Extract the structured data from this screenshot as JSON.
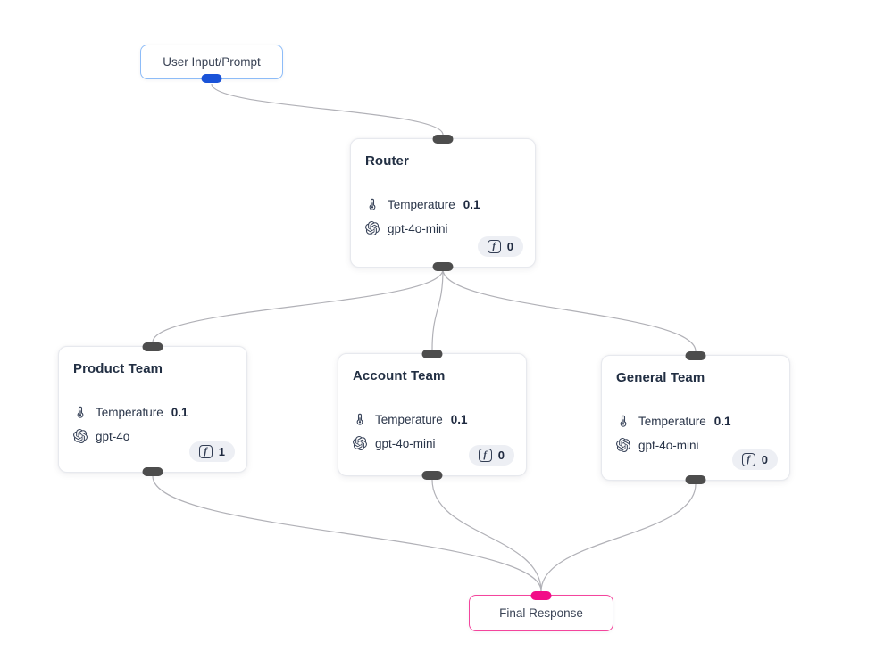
{
  "diagram": {
    "nodes": {
      "user_input": {
        "label": "User Input/Prompt"
      },
      "router": {
        "title": "Router",
        "temperature_label": "Temperature",
        "temperature_value": "0.1",
        "model": "gpt-4o-mini",
        "functions_count": "0"
      },
      "product_team": {
        "title": "Product Team",
        "temperature_label": "Temperature",
        "temperature_value": "0.1",
        "model": "gpt-4o",
        "functions_count": "1"
      },
      "account_team": {
        "title": "Account Team",
        "temperature_label": "Temperature",
        "temperature_value": "0.1",
        "model": "gpt-4o-mini",
        "functions_count": "0"
      },
      "general_team": {
        "title": "General Team",
        "temperature_label": "Temperature",
        "temperature_value": "0.1",
        "model": "gpt-4o-mini",
        "functions_count": "0"
      },
      "final_response": {
        "label": "Final Response"
      }
    },
    "edges": [
      {
        "from": "user_input",
        "to": "router"
      },
      {
        "from": "router",
        "to": "product_team"
      },
      {
        "from": "router",
        "to": "account_team"
      },
      {
        "from": "router",
        "to": "general_team"
      },
      {
        "from": "product_team",
        "to": "final_response"
      },
      {
        "from": "account_team",
        "to": "final_response"
      },
      {
        "from": "general_team",
        "to": "final_response"
      }
    ],
    "icons": {
      "temperature": "thermometer-icon",
      "model": "openai-logo-icon",
      "functions": "function-icon"
    },
    "colors": {
      "background": "#ffffff",
      "edge": "#b1b1b7",
      "handle_default": "#4d4d4d",
      "user_input_border": "#8dbcf8",
      "user_input_handle": "#1a53d8",
      "final_border": "#f4459d",
      "final_handle": "#f20d88",
      "card_border": "#e7e9ee",
      "badge_background": "#edeff4",
      "text": "#2a3549"
    }
  }
}
